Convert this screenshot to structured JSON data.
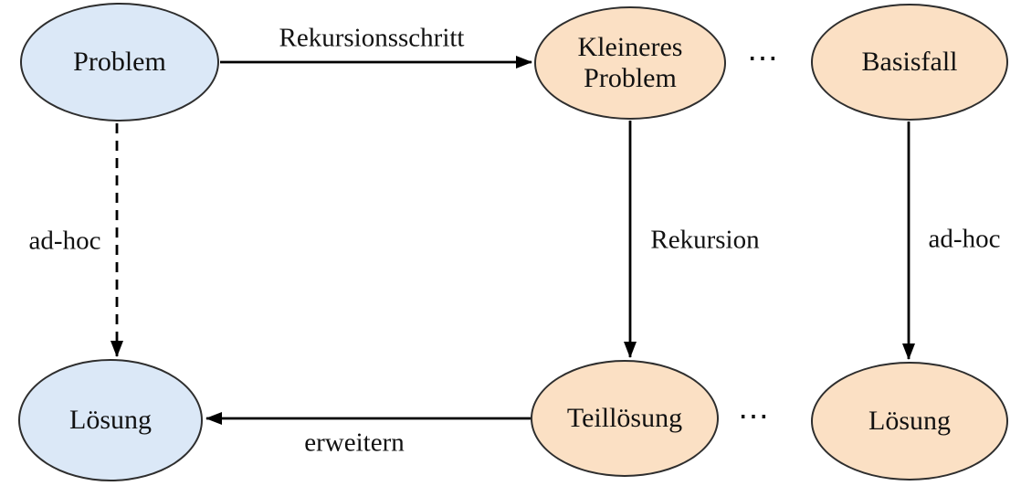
{
  "colors": {
    "background": "#ffffff",
    "node_blue_fill": "#dbe8f7",
    "node_orange_fill": "#fbe0c4",
    "node_border": "#2e2e2e",
    "arrow": "#000000",
    "text": "#111111"
  },
  "diagram": {
    "nodes": {
      "problem": {
        "label": "Problem",
        "color": "blue"
      },
      "kleineres_problem": {
        "label": "Kleineres Problem",
        "color": "orange"
      },
      "basisfall": {
        "label": "Basisfall",
        "color": "orange"
      },
      "loesung_left": {
        "label": "Lösung",
        "color": "blue"
      },
      "teilloesung": {
        "label": "Teillösung",
        "color": "orange"
      },
      "loesung_right": {
        "label": "Lösung",
        "color": "orange"
      }
    },
    "edges": {
      "rekursionsschritt": {
        "label": "Rekursionsschritt",
        "style": "solid",
        "from": "problem",
        "to": "kleineres_problem"
      },
      "ad_hoc_left": {
        "label": "ad-hoc",
        "style": "dashed",
        "from": "problem",
        "to": "loesung_left"
      },
      "rekursion": {
        "label": "Rekursion",
        "style": "solid",
        "from": "kleineres_problem",
        "to": "teilloesung"
      },
      "ad_hoc_right": {
        "label": "ad-hoc",
        "style": "solid",
        "from": "basisfall",
        "to": "loesung_right"
      },
      "erweitern": {
        "label": "erweitern",
        "style": "solid",
        "from": "teilloesung",
        "to": "loesung_left"
      }
    },
    "ellipsis_top": "⋯",
    "ellipsis_bottom": "⋯"
  }
}
